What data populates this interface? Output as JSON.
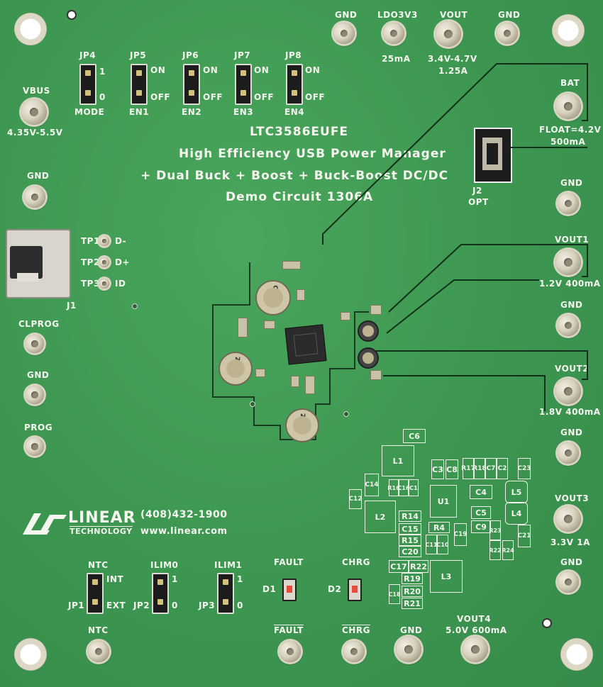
{
  "board": {
    "part_number": "LTC3586EUFE",
    "title_line1": "High Efficiency USB Power Manager",
    "title_line2": "+ Dual Buck + Boost + Buck-Boost DC/DC",
    "title_line3": "Demo Circuit 1306A"
  },
  "company": {
    "name_line1": "LINEAR",
    "name_line2": "TECHNOLOGY",
    "phone": "(408)432-1900",
    "website": "www.linear.com"
  },
  "top_terminals": {
    "gnd1": "GND",
    "ldo3v3": "LDO3V3",
    "ldo3v3_rating": "25mA",
    "vout": "VOUT",
    "vout_range": "3.4V-4.7V",
    "vout_current": "1.25A",
    "gnd2": "GND"
  },
  "jumpers_top": [
    {
      "ref": "JP4",
      "upper": "1",
      "lower": "0",
      "func": "MODE"
    },
    {
      "ref": "JP5",
      "upper": "ON",
      "lower": "OFF",
      "func": "EN1"
    },
    {
      "ref": "JP6",
      "upper": "ON",
      "lower": "OFF",
      "func": "EN2"
    },
    {
      "ref": "JP7",
      "upper": "ON",
      "lower": "OFF",
      "func": "EN3"
    },
    {
      "ref": "JP8",
      "upper": "ON",
      "lower": "OFF",
      "func": "EN4"
    }
  ],
  "left_terminals": {
    "vbus": "VBUS",
    "vbus_range": "4.35V-5.5V",
    "gnd": "GND",
    "clprog": "CLPROG",
    "gnd2": "GND",
    "prog": "PROG"
  },
  "usb": {
    "ref": "J1",
    "tp1": "TP1",
    "tp1_sig": "D-",
    "tp2": "TP2",
    "tp2_sig": "D+",
    "tp3": "TP3",
    "tp3_sig": "ID"
  },
  "right_terminals": {
    "bat": "BAT",
    "bat_float": "FLOAT=4.2V",
    "bat_current": "500mA",
    "j2": "J2",
    "j2_opt": "OPT",
    "gnd1": "GND",
    "vout1": "VOUT1",
    "vout1_rating": "1.2V 400mA",
    "gnd2": "GND",
    "vout2": "VOUT2",
    "vout2_rating": "1.8V 400mA",
    "gnd3": "GND",
    "vout3": "VOUT3",
    "vout3_rating": "3.3V 1A",
    "gnd4": "GND"
  },
  "bottom_jumpers": [
    {
      "ref": "JP1",
      "name": "NTC",
      "upper": "INT",
      "lower": "EXT"
    },
    {
      "ref": "JP2",
      "name": "ILIM0",
      "upper": "1",
      "lower": "0"
    },
    {
      "ref": "JP3",
      "name": "ILIM1",
      "upper": "1",
      "lower": "0"
    }
  ],
  "leds": {
    "d1": "D1",
    "fault": "FAULT",
    "d2": "D2",
    "chrg": "CHRG"
  },
  "bottom_terminals": {
    "ntc": "NTC",
    "fault": "FAULT",
    "chrg": "CHRG",
    "gnd": "GND",
    "vout4": "VOUT4",
    "vout4_rating": "5.0V 600mA"
  },
  "inductors": {
    "l_top": "332D",
    "l_left": "222D",
    "l_bottom": "222D"
  },
  "component_labels": {
    "c6": "C6",
    "l1": "L1",
    "c3": "C3",
    "c8": "C8",
    "r17": "R17",
    "r18": "R18",
    "c7": "C7",
    "c2": "C2",
    "c23": "C23",
    "c14": "C14",
    "r16": "R16",
    "c16": "C16",
    "c1": "C1",
    "c12": "C12",
    "l2": "L2",
    "u1": "U1",
    "c4": "C4",
    "l5": "L5",
    "r14": "R14",
    "c15": "C15",
    "r15": "R15",
    "c20": "C20",
    "r4": "R4",
    "c11": "C11",
    "c10": "C10",
    "c19": "C19",
    "c5": "C5",
    "c9": "C9",
    "r23": "R23",
    "l4": "L4",
    "r22b": "R22",
    "r24": "R24",
    "c21": "C21",
    "c17": "C17",
    "r22": "R22",
    "l3": "L3",
    "r19": "R19",
    "c18": "C18",
    "r20": "R20",
    "r21": "R21"
  }
}
